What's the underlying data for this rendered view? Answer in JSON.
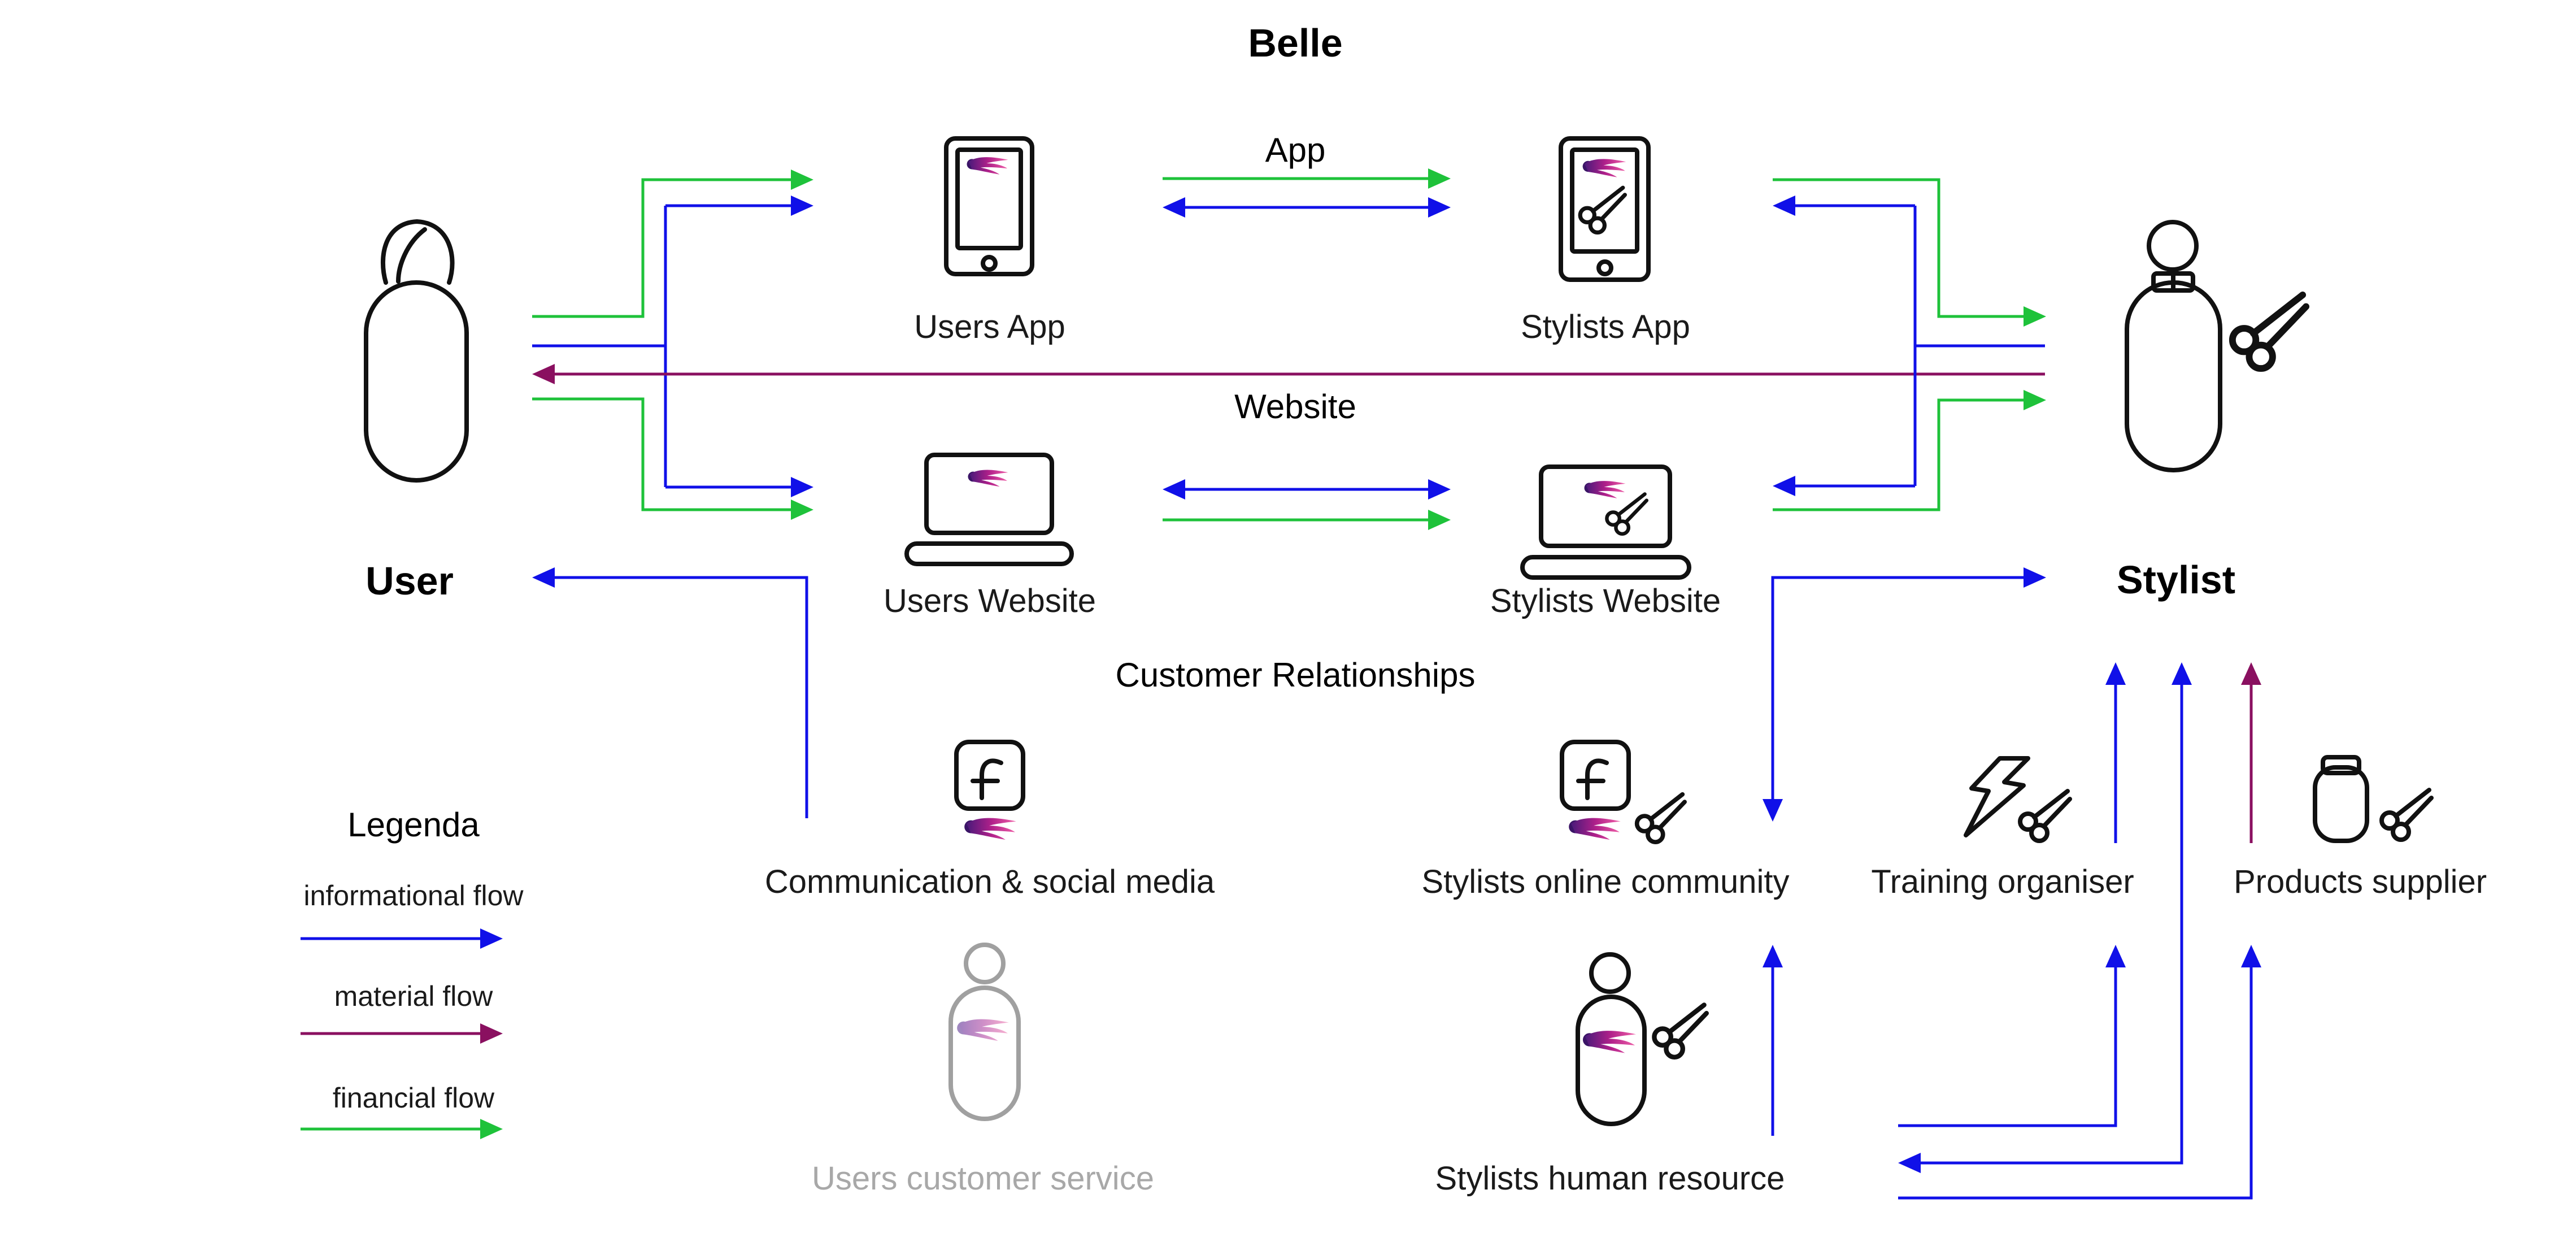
{
  "title": "Belle",
  "colors": {
    "informational": "#1010e8",
    "material": "#8a1060",
    "financial": "#1ec23a",
    "brand_gradient": [
      "#5a1f8a",
      "#b0208a",
      "#e8489a"
    ]
  },
  "actors": {
    "user": "User",
    "stylist": "Stylist"
  },
  "channels": {
    "app": "App",
    "website": "Website",
    "users_app": "Users App",
    "stylists_app": "Stylists App",
    "users_website": "Users Website",
    "stylists_website": "Stylists Website"
  },
  "sections": {
    "customer_relationships": "Customer Relationships"
  },
  "partners": {
    "communication": "Communication & social media",
    "stylists_community": "Stylists online community",
    "training_organiser": "Training organiser",
    "products_supplier": "Products supplier",
    "users_customer_service": "Users customer service",
    "stylists_hr": "Stylists human resource"
  },
  "legend": {
    "title": "Legenda",
    "items": [
      {
        "label": "informational flow",
        "color": "#1010e8"
      },
      {
        "label": "material flow",
        "color": "#8a1060"
      },
      {
        "label": "financial flow",
        "color": "#1ec23a"
      }
    ]
  },
  "icons": {
    "user": "person-icon",
    "stylist": "stylist-person-icon",
    "phone": "phone-icon",
    "laptop": "laptop-icon",
    "facebook": "facebook-icon",
    "scissors": "scissors-icon",
    "lightning": "lightning-icon",
    "jar": "jar-icon",
    "logo": "belle-hair-logo-icon"
  }
}
